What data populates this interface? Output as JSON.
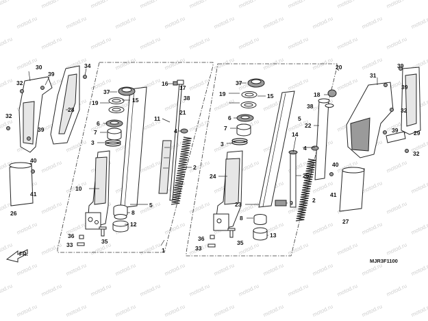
{
  "watermark_text": "motod.ru",
  "diagram_code": "MJR3F1100",
  "direction_label": "FR.",
  "callouts": {
    "c1": "1",
    "c2a": "2",
    "c2b": "2",
    "c3a": "3",
    "c3b": "3",
    "c4a": "4",
    "c4b": "4",
    "c5a": "5",
    "c5b": "5",
    "c6a": "6",
    "c6b": "6",
    "c7a": "7",
    "c7b": "7",
    "c8a": "8",
    "c8b": "8",
    "c9": "9",
    "c10": "10",
    "c11": "11",
    "c12": "12",
    "c13": "13",
    "c14": "14",
    "c15a": "15",
    "c15b": "15",
    "c16": "16",
    "c17": "17",
    "c18": "18",
    "c19a": "19",
    "c19b": "19",
    "c20": "20",
    "c21": "21",
    "c22": "22",
    "c23": "23",
    "c24": "24",
    "c25": "25",
    "c26": "26",
    "c27": "27",
    "c28": "28",
    "c29": "29",
    "c30": "30",
    "c31": "31",
    "c32a": "32",
    "c32b": "32",
    "c32c": "32",
    "c32d": "32",
    "c33a": "33",
    "c33b": "33",
    "c34": "34",
    "c35a": "35",
    "c35b": "35",
    "c36a": "36",
    "c36b": "36",
    "c37a": "37",
    "c37b": "37",
    "c38a": "38",
    "c38b": "38",
    "c39a": "39",
    "c39b": "39",
    "c39c": "39",
    "c39d": "39",
    "c39e": "39",
    "c40a": "40",
    "c40b": "40",
    "c41a": "41",
    "c41b": "41"
  }
}
